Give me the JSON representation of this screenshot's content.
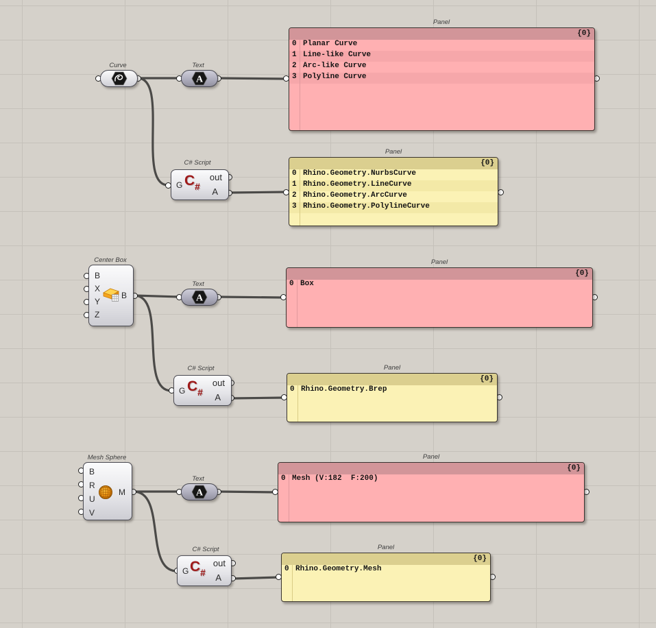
{
  "colors": {
    "canvas_bg": "#d5d1ca",
    "grid_line": "#c5c1ba",
    "wire": "#4b4a48",
    "pink_header": "#d29599",
    "pink_row_light": "#ffb0b2",
    "pink_row_dark": "#f6a7aa",
    "yellow_header": "#dbcf8f",
    "yellow_row_light": "#fbf2b5",
    "yellow_row_dark": "#f3e9a7",
    "csharp_red": "#9e1a1a"
  },
  "components": {
    "curve": {
      "label": "Curve"
    },
    "text_curve": {
      "label": "Text",
      "icon_letter": "A"
    },
    "text_box": {
      "label": "Text",
      "icon_letter": "A"
    },
    "text_mesh": {
      "label": "Text",
      "icon_letter": "A"
    },
    "csharp_curve": {
      "label": "C# Script",
      "input": "G",
      "output_1": "out",
      "output_2": "A",
      "icon_c": "C",
      "icon_hash": "#"
    },
    "csharp_box": {
      "label": "C# Script",
      "input": "G",
      "output_1": "out",
      "output_2": "A",
      "icon_c": "C",
      "icon_hash": "#"
    },
    "csharp_mesh": {
      "label": "C# Script",
      "input": "G",
      "output_1": "out",
      "output_2": "A",
      "icon_c": "C",
      "icon_hash": "#"
    },
    "center_box": {
      "label": "Center Box",
      "inputs": [
        "B",
        "X",
        "Y",
        "Z"
      ],
      "output": "B"
    },
    "mesh_sphere": {
      "label": "Mesh Sphere",
      "inputs": [
        "B",
        "R",
        "U",
        "V"
      ],
      "output": "M"
    }
  },
  "panels": {
    "curve_text": {
      "title": "Panel",
      "badge": "{0}",
      "rows": [
        [
          "0",
          "Planar Curve"
        ],
        [
          "1",
          "Line-like Curve"
        ],
        [
          "2",
          "Arc-like Curve"
        ],
        [
          "3",
          "Polyline Curve"
        ]
      ]
    },
    "curve_type": {
      "title": "Panel",
      "badge": "{0}",
      "rows": [
        [
          "0",
          "Rhino.Geometry.NurbsCurve"
        ],
        [
          "1",
          "Rhino.Geometry.LineCurve"
        ],
        [
          "2",
          "Rhino.Geometry.ArcCurve"
        ],
        [
          "3",
          "Rhino.Geometry.PolylineCurve"
        ]
      ]
    },
    "box_text": {
      "title": "Panel",
      "badge": "{0}",
      "rows": [
        [
          "0",
          "Box"
        ]
      ]
    },
    "box_type": {
      "title": "Panel",
      "badge": "{0}",
      "rows": [
        [
          "0",
          "Rhino.Geometry.Brep"
        ]
      ]
    },
    "mesh_text": {
      "title": "Panel",
      "badge": "{0}",
      "rows": [
        [
          "0",
          "Mesh (V:182  F:200)"
        ]
      ]
    },
    "mesh_type": {
      "title": "Panel",
      "badge": "{0}",
      "rows": [
        [
          "0",
          "Rhino.Geometry.Mesh"
        ]
      ]
    }
  }
}
